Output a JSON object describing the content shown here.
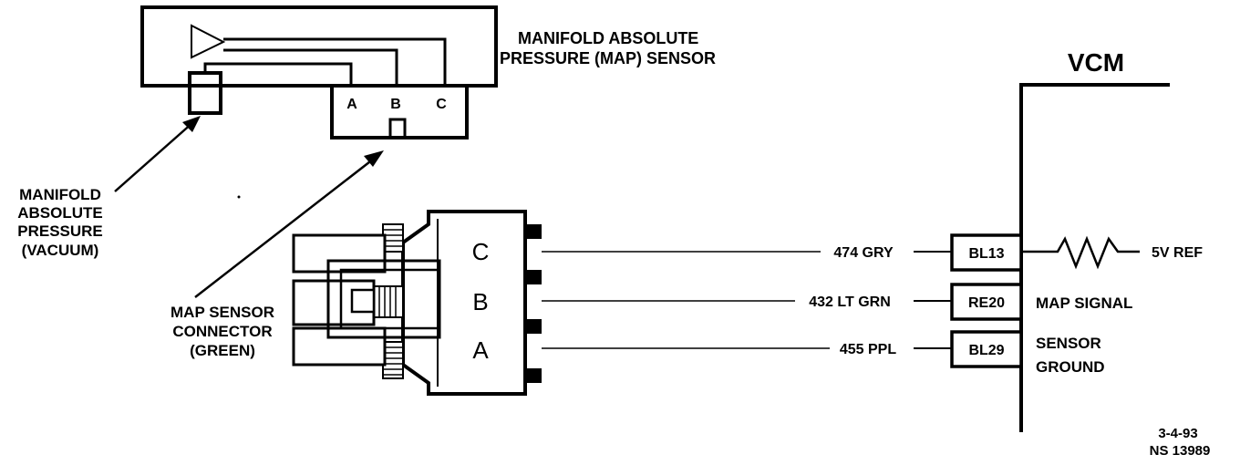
{
  "sensor": {
    "title_line1": "MANIFOLD ABSOLUTE",
    "title_line2": "PRESSURE (MAP) SENSOR",
    "pins": [
      "A",
      "B",
      "C"
    ]
  },
  "vacuum_label": [
    "MANIFOLD",
    "ABSOLUTE",
    "PRESSURE",
    "(VACUUM)"
  ],
  "connector": {
    "label": [
      "MAP SENSOR",
      "CONNECTOR",
      "(GREEN)"
    ],
    "cavities": [
      "C",
      "B",
      "A"
    ]
  },
  "wires": [
    {
      "label": "474 GRY",
      "terminal": "BL13"
    },
    {
      "label": "432 LT GRN",
      "terminal": "RE20"
    },
    {
      "label": "455 PPL",
      "terminal": "BL29"
    }
  ],
  "vcm": {
    "title": "VCM",
    "circuits": [
      "5V REF",
      "MAP SIGNAL"
    ],
    "ground": [
      "SENSOR",
      "GROUND"
    ]
  },
  "footer": {
    "date": "3-4-93",
    "code": "NS 13989"
  }
}
